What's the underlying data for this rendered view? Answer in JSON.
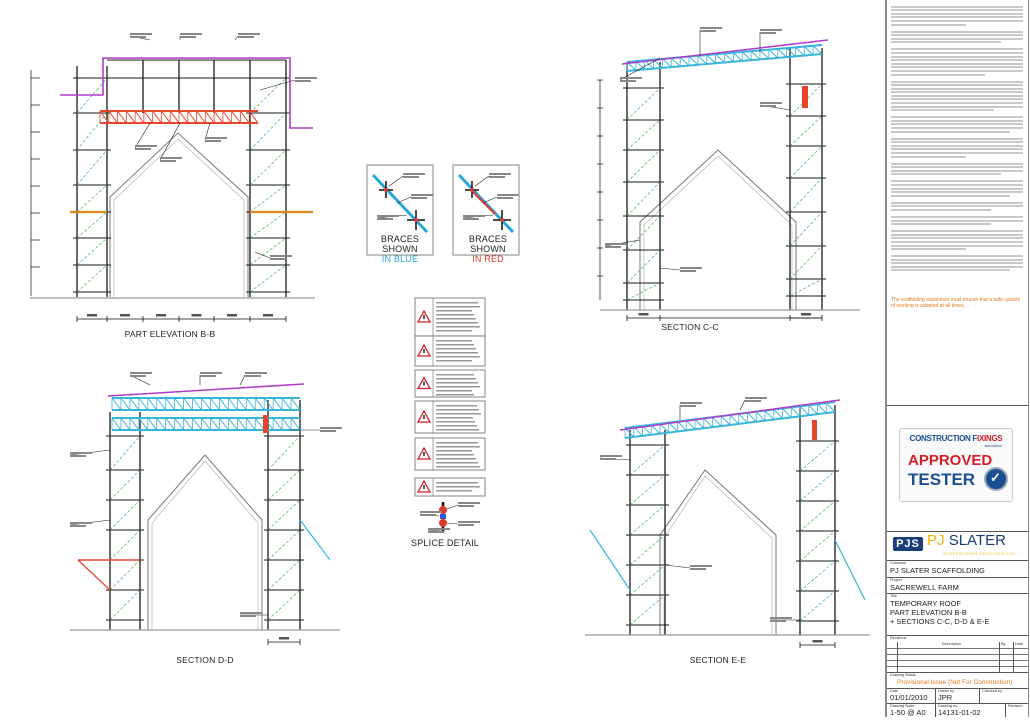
{
  "drawings": {
    "elevation_bb": {
      "title": "PART ELEVATION B-B"
    },
    "section_cc": {
      "title": "SECTION C-C"
    },
    "section_dd": {
      "title": "SECTION D-D"
    },
    "section_ee": {
      "title": "SECTION E-E"
    },
    "splice": {
      "title": "SPLICE DETAIL"
    },
    "braces_blue": {
      "line1": "BRACES SHOWN",
      "line2": "IN BLUE",
      "color": "#2aa7d6"
    },
    "braces_red": {
      "line1": "BRACES SHOWN",
      "line2": "IN RED",
      "color": "#e03a2a"
    }
  },
  "colors": {
    "tube": "#1a1a1a",
    "brace_green": "#3cb44b",
    "roof_magenta": "#b03cc8",
    "truss_red": "#e8432b",
    "truss_blue": "#37b6dc",
    "board_orange": "#d98a1c",
    "building": "#777777"
  },
  "notes": {
    "warning": "The scaffolding supervisor must ensure that a safe system of working is adopted at all times."
  },
  "certification": {
    "org_a": "CONSTRUCTION F",
    "org_b": "IXINGS",
    "org_sub": "association",
    "approved": "APPROVED",
    "tester": "TESTER"
  },
  "company": {
    "mark": "PJS",
    "name_a": "PJ ",
    "name_b": "SLATER",
    "sub": "SCAFFOLDING SERVICES LTD"
  },
  "title_block": {
    "customer_label": "Customer",
    "customer": "PJ SLATER SCAFFOLDING",
    "project_label": "Project",
    "project": "SACREWELL FARM",
    "title_label": "Title",
    "title_lines": [
      "TEMPORARY ROOF",
      "PART ELEVATION B-B",
      "+ SECTIONS C-C, D-D & E-E"
    ],
    "revisions_label": "Revisions",
    "rev_headers": [
      "Description",
      "By",
      "Date"
    ],
    "status_label": "Drawing Status",
    "status": "Provisional Issue (Not For Construction)",
    "date_label": "Date",
    "date": "01/01/2010",
    "drawn_label": "Drawn by",
    "drawn": "JPR",
    "checked_label": "Checked by",
    "scale_label": "Drawing Scale",
    "scale": "1-50 @ A0",
    "number_label": "Drawing no.",
    "number": "14131-01-02",
    "revision_label": "Revision"
  }
}
